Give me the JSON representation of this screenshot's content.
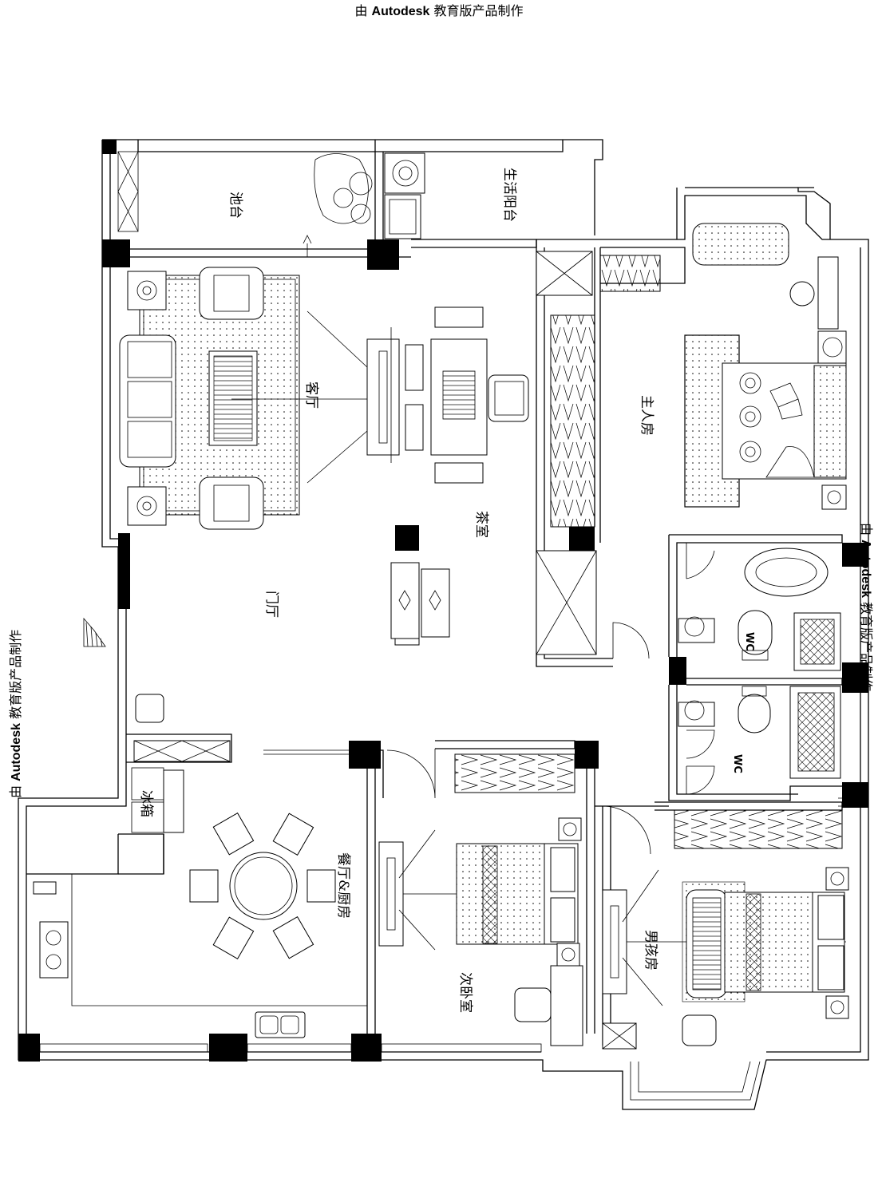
{
  "watermark": {
    "prefix": "由 ",
    "brand": "Autodesk",
    "suffix": " 教育版产品制作"
  },
  "rooms": {
    "chitai": "池台",
    "shenghuo_yangtai": "生活阳台",
    "keting": "客厅",
    "chashi": "茶室",
    "menting": "门厅",
    "zhurenfang": "主人房",
    "wc1": "WC",
    "wc2": "WC",
    "bingxiang": "冰箱",
    "canting_chufang": "餐厅&厨房",
    "ciwoshi": "次卧室",
    "nanhaifang": "男孩房"
  }
}
